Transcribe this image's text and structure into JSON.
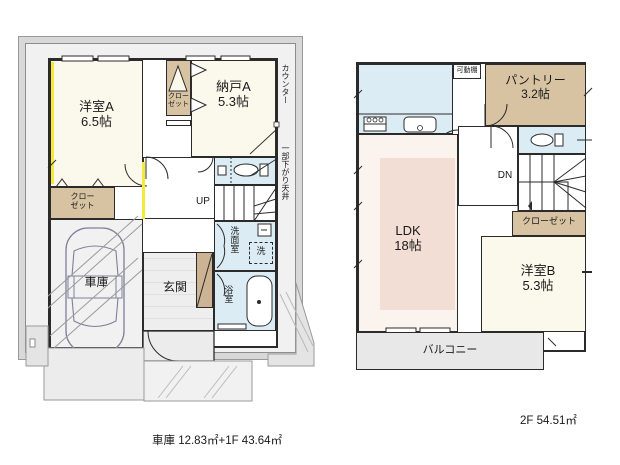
{
  "document": {
    "type": "floor-plan",
    "language": "ja"
  },
  "floor1": {
    "title_area": "車庫 12.83㎡+1F 43.64㎡",
    "rooms": [
      {
        "id": "yoshitsu_a",
        "name": "洋室A",
        "area": "6.5帖",
        "kind": "western-room"
      },
      {
        "id": "nando_a",
        "name": "納戸A",
        "area": "5.3帖",
        "kind": "storage-room"
      },
      {
        "id": "garage",
        "name": "車庫",
        "area": "",
        "kind": "garage"
      },
      {
        "id": "genkan",
        "name": "玄関",
        "area": "",
        "kind": "entrance"
      },
      {
        "id": "senmenshitsu",
        "name": "洗面室",
        "area": "",
        "kind": "washroom"
      },
      {
        "id": "yokushitsu",
        "name": "浴室",
        "area": "",
        "kind": "bathroom"
      }
    ],
    "closet_top": "クローゼット",
    "closet_top_l1": "クロー",
    "closet_top_l2": "ゼット",
    "closet_left": "クローゼット",
    "closet_left_l1": "クロー",
    "closet_left_l2": "ゼット",
    "laundry": "洗",
    "stairs_label": "UP",
    "side_note_1": "カウンター",
    "side_note_2": "一部下がり天井"
  },
  "floor2": {
    "title_area": "2F  54.51㎡",
    "rooms": [
      {
        "id": "pantry",
        "name": "パントリー",
        "area": "3.2帖",
        "kind": "pantry"
      },
      {
        "id": "ldk",
        "name": "LDK",
        "area": "18帖",
        "kind": "living-dining-kitchen"
      },
      {
        "id": "yoshitsu_b",
        "name": "洋室B",
        "area": "5.3帖",
        "kind": "western-room"
      },
      {
        "id": "balcony",
        "name": "バルコニー",
        "area": "",
        "kind": "balcony"
      }
    ],
    "closet": "クローゼット",
    "movable_shelf": "可動棚",
    "stairs_label": "DN"
  },
  "colors": {
    "wall": "#2b2b2b",
    "room_cream": "#fbf8ec",
    "closet_tan": "#cbb393",
    "water_blue": "#dcecf5",
    "ldk_pink": "#f3ded6",
    "outer_grey": "#d8d8d8",
    "accent_yellow": "#f5e93a"
  }
}
